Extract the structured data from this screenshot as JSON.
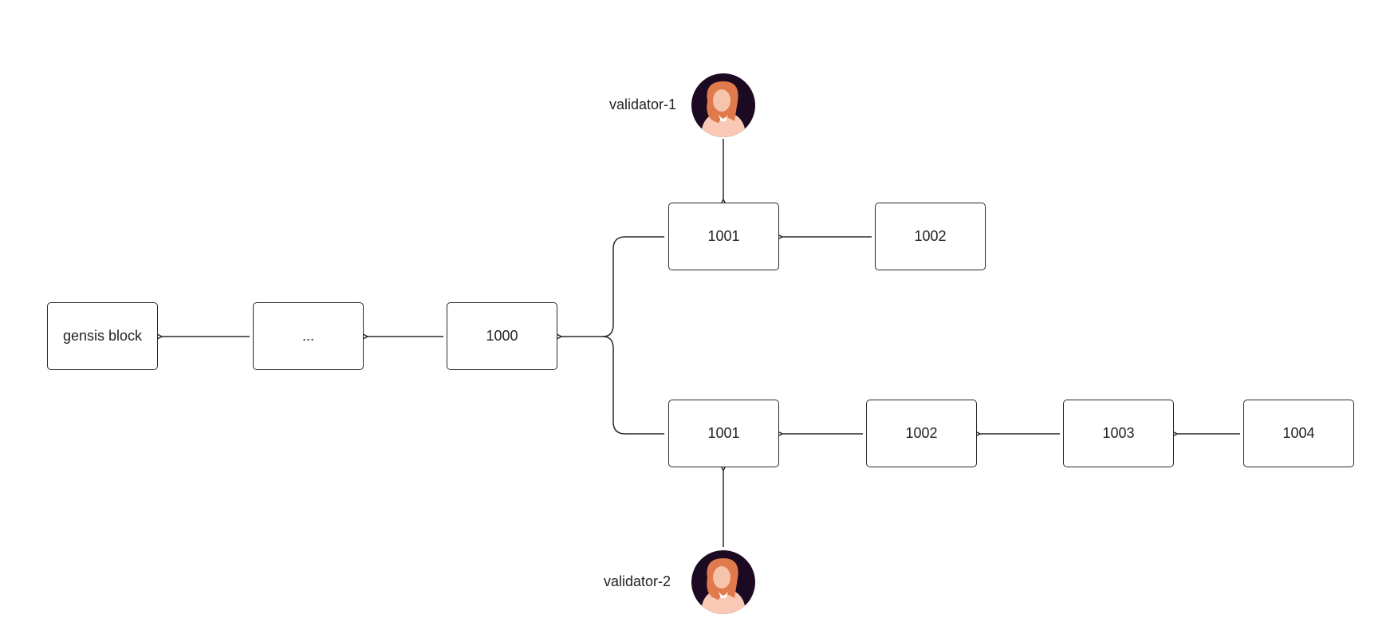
{
  "diagram": {
    "validators": [
      {
        "label": "validator-1"
      },
      {
        "label": "validator-2"
      }
    ],
    "main_chain": {
      "genesis": "gensis block",
      "ellipsis": "...",
      "fork_point": "1000"
    },
    "upper_branch": [
      "1001",
      "1002"
    ],
    "lower_branch": [
      "1001",
      "1002",
      "1003",
      "1004"
    ],
    "colors": {
      "stroke": "#2a2a2a",
      "avatar_bg": "#1c0a22",
      "hair": "#e07a4c",
      "skin": "#f6c4aa",
      "shirt": "#f9c9b6"
    }
  }
}
